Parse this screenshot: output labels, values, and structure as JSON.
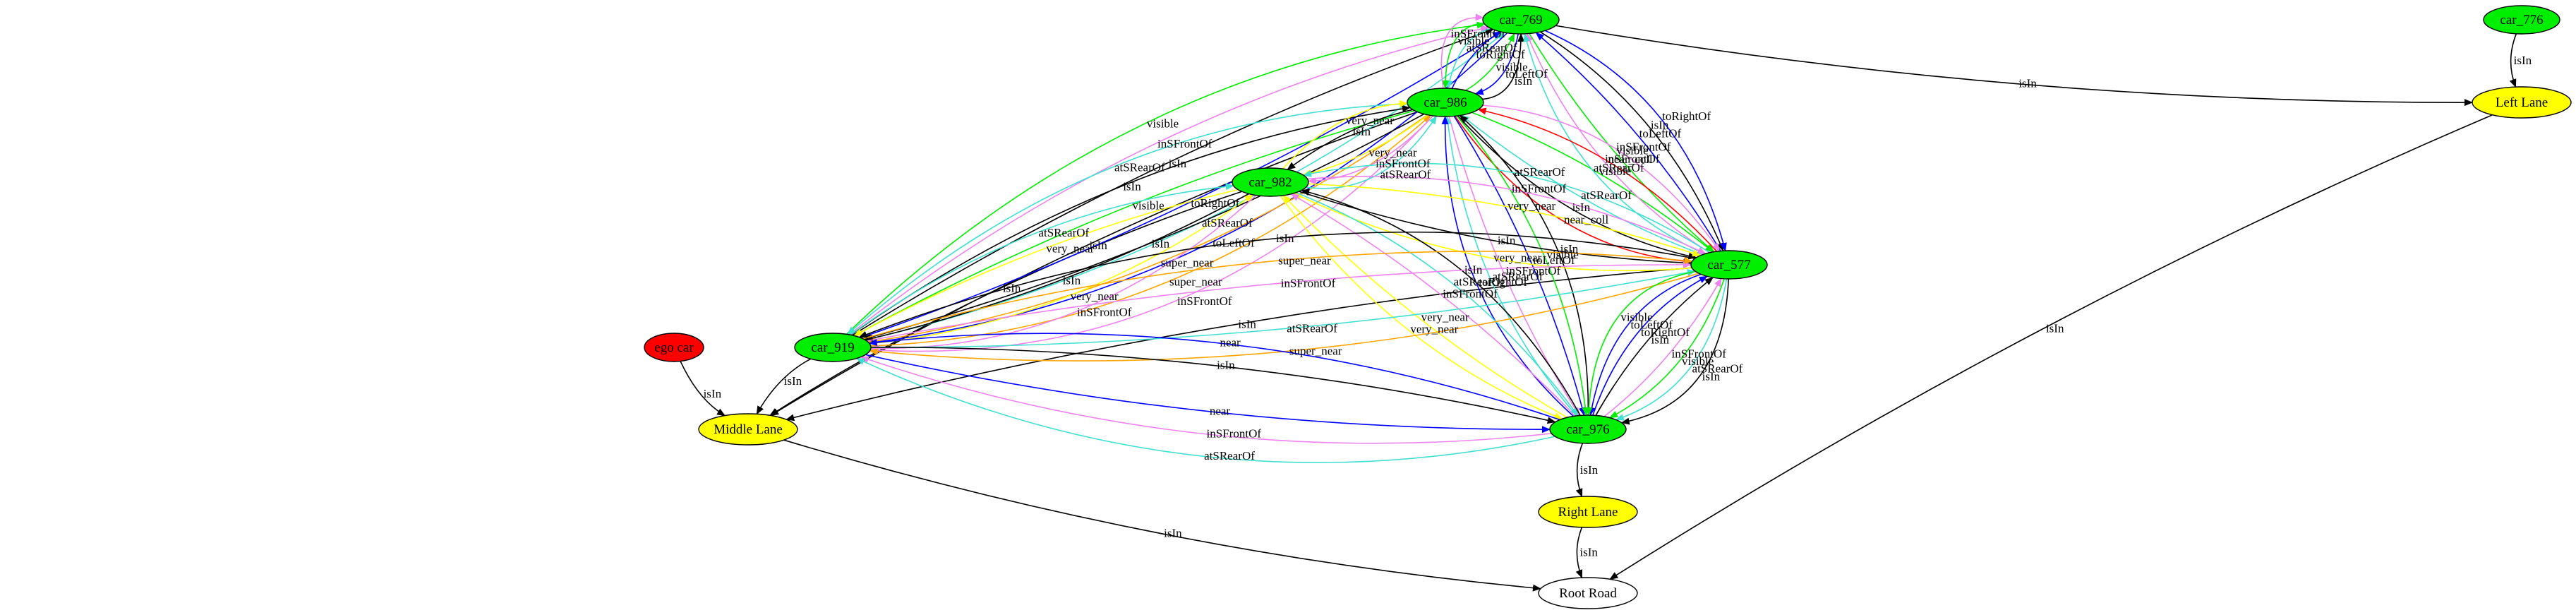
{
  "colors": {
    "car_node": "#00ee00",
    "ego_node": "#ff0000",
    "lane_node": "#ffff00",
    "road_node": "#ffffff",
    "isIn": "#000000",
    "toRightOf": "#0000ff",
    "toLeftOf": "#0000ff",
    "inSFrontOf": "#ee82ee",
    "atSRearOf": "#40e0d0",
    "visible": "#00ee00",
    "very_near": "#ffff00",
    "super_near": "#ffa500",
    "near_coll": "#ff0000",
    "near": "#0000ff"
  },
  "nodes": [
    {
      "id": "car_769",
      "label": "car_769",
      "kind": "car"
    },
    {
      "id": "car_776",
      "label": "car_776",
      "kind": "car"
    },
    {
      "id": "car_986",
      "label": "car_986",
      "kind": "car"
    },
    {
      "id": "car_982",
      "label": "car_982",
      "kind": "car"
    },
    {
      "id": "car_577",
      "label": "car_577",
      "kind": "car"
    },
    {
      "id": "car_919",
      "label": "car_919",
      "kind": "car"
    },
    {
      "id": "car_976",
      "label": "car_976",
      "kind": "car"
    },
    {
      "id": "ego_car",
      "label": "ego car",
      "kind": "ego"
    },
    {
      "id": "left_lane",
      "label": "Left Lane",
      "kind": "lane"
    },
    {
      "id": "middle_lane",
      "label": "Middle Lane",
      "kind": "lane"
    },
    {
      "id": "right_lane",
      "label": "Right Lane",
      "kind": "lane"
    },
    {
      "id": "root_road",
      "label": "Root Road",
      "kind": "road"
    }
  ],
  "edges": [
    {
      "from": "car_776",
      "to": "left_lane",
      "label": "isIn",
      "rel": "isIn"
    },
    {
      "from": "car_769",
      "to": "left_lane",
      "label": "isIn",
      "rel": "isIn"
    },
    {
      "from": "left_lane",
      "to": "root_road",
      "label": "isIn",
      "rel": "isIn"
    },
    {
      "from": "middle_lane",
      "to": "root_road",
      "label": "isIn",
      "rel": "isIn"
    },
    {
      "from": "right_lane",
      "to": "root_road",
      "label": "isIn",
      "rel": "isIn"
    },
    {
      "from": "car_976",
      "to": "right_lane",
      "label": "isIn",
      "rel": "isIn"
    },
    {
      "from": "ego_car",
      "to": "middle_lane",
      "label": "isIn",
      "rel": "isIn"
    },
    {
      "from": "car_919",
      "to": "middle_lane",
      "label": "isIn",
      "rel": "isIn"
    },
    {
      "from": "car_986",
      "to": "middle_lane",
      "label": "isIn",
      "rel": "isIn"
    },
    {
      "from": "car_982",
      "to": "middle_lane",
      "label": "isIn",
      "rel": "isIn"
    },
    {
      "from": "car_577",
      "to": "middle_lane",
      "label": "isIn",
      "rel": "isIn"
    },
    {
      "from": "car_919",
      "to": "car_769",
      "label": "isIn",
      "rel": "isIn"
    },
    {
      "from": "car_919",
      "to": "car_769",
      "label": "toRightOf",
      "rel": "toRightOf"
    },
    {
      "from": "car_919",
      "to": "car_769",
      "label": "inSFrontOf",
      "rel": "inSFrontOf"
    },
    {
      "from": "car_919",
      "to": "car_769",
      "label": "atSRearOf",
      "rel": "atSRearOf"
    },
    {
      "from": "car_919",
      "to": "car_769",
      "label": "visible",
      "rel": "visible"
    },
    {
      "from": "car_769",
      "to": "car_919",
      "label": "toLeftOf",
      "rel": "toLeftOf"
    },
    {
      "from": "car_986",
      "to": "car_769",
      "label": "toRightOf",
      "rel": "toRightOf"
    },
    {
      "from": "car_986",
      "to": "car_769",
      "label": "visible",
      "rel": "visible"
    },
    {
      "from": "car_769",
      "to": "car_986",
      "label": "atSRearOf",
      "rel": "atSRearOf"
    },
    {
      "from": "car_769",
      "to": "car_986",
      "label": "toLeftOf",
      "rel": "toLeftOf"
    },
    {
      "from": "car_769",
      "to": "car_986",
      "label": "visible",
      "rel": "visible"
    },
    {
      "from": "car_986",
      "to": "car_769",
      "label": "isIn",
      "rel": "isIn"
    },
    {
      "from": "car_986",
      "to": "car_769",
      "label": "inSFrontOf",
      "rel": "inSFrontOf"
    },
    {
      "from": "car_986",
      "to": "car_577",
      "label": "visible",
      "rel": "visible"
    },
    {
      "from": "car_577",
      "to": "car_769",
      "label": "toLeftOf",
      "rel": "toLeftOf"
    },
    {
      "from": "car_769",
      "to": "car_577",
      "label": "visible",
      "rel": "visible"
    },
    {
      "from": "car_769",
      "to": "car_577",
      "label": "isIn",
      "rel": "isIn"
    },
    {
      "from": "car_577",
      "to": "car_769",
      "label": "inSFrontOf",
      "rel": "inSFrontOf"
    },
    {
      "from": "car_769",
      "to": "car_577",
      "label": "toRightOf",
      "rel": "toRightOf"
    },
    {
      "from": "car_577",
      "to": "car_769",
      "label": "atSRearOf",
      "rel": "atSRearOf"
    },
    {
      "from": "car_986",
      "to": "car_919",
      "label": "isIn",
      "rel": "isIn"
    },
    {
      "from": "car_986",
      "to": "car_919",
      "label": "visible",
      "rel": "visible"
    },
    {
      "from": "car_986",
      "to": "car_919",
      "label": "super_near",
      "rel": "super_near"
    },
    {
      "from": "car_919",
      "to": "car_986",
      "label": "isIn",
      "rel": "isIn"
    },
    {
      "from": "car_919",
      "to": "car_986",
      "label": "super_near",
      "rel": "super_near"
    },
    {
      "from": "car_986",
      "to": "car_919",
      "label": "atSRearOf",
      "rel": "atSRearOf"
    },
    {
      "from": "car_986",
      "to": "car_919",
      "label": "inSFrontOf",
      "rel": "inSFrontOf"
    },
    {
      "from": "car_986",
      "to": "car_982",
      "label": "very_near",
      "rel": "very_near"
    },
    {
      "from": "car_986",
      "to": "car_982",
      "label": "isIn",
      "rel": "isIn"
    },
    {
      "from": "car_986",
      "to": "car_982",
      "label": "inSFrontOf",
      "rel": "inSFrontOf"
    },
    {
      "from": "car_982",
      "to": "car_986",
      "label": "very_near",
      "rel": "very_near"
    },
    {
      "from": "car_982",
      "to": "car_986",
      "label": "atSRearOf",
      "rel": "atSRearOf"
    },
    {
      "from": "car_577",
      "to": "car_986",
      "label": "atSRearOf",
      "rel": "atSRearOf"
    },
    {
      "from": "car_577",
      "to": "car_986",
      "label": "near_coll",
      "rel": "near_coll"
    },
    {
      "from": "car_986",
      "to": "car_577",
      "label": "isIn",
      "rel": "isIn"
    },
    {
      "from": "car_986",
      "to": "car_577",
      "label": "inSFrontOf",
      "rel": "inSFrontOf"
    },
    {
      "from": "car_986",
      "to": "car_577",
      "label": "near_coll",
      "rel": "near_coll"
    },
    {
      "from": "car_986",
      "to": "car_976",
      "label": "toLeftOf",
      "rel": "toLeftOf"
    },
    {
      "from": "car_986",
      "to": "car_976",
      "label": "inSFrontOf",
      "rel": "inSFrontOf"
    },
    {
      "from": "car_986",
      "to": "car_976",
      "label": "visible",
      "rel": "visible"
    },
    {
      "from": "car_976",
      "to": "car_986",
      "label": "atSRearOf",
      "rel": "atSRearOf"
    },
    {
      "from": "car_976",
      "to": "car_986",
      "label": "isIn",
      "rel": "isIn"
    },
    {
      "from": "car_976",
      "to": "car_986",
      "label": "toRightOf",
      "rel": "toRightOf"
    },
    {
      "from": "car_982",
      "to": "car_919",
      "label": "isIn",
      "rel": "isIn"
    },
    {
      "from": "car_982",
      "to": "car_919",
      "label": "very_near",
      "rel": "very_near"
    },
    {
      "from": "car_919",
      "to": "car_982",
      "label": "very_near",
      "rel": "very_near"
    },
    {
      "from": "car_919",
      "to": "car_982",
      "label": "atSRearOf",
      "rel": "atSRearOf"
    },
    {
      "from": "car_982",
      "to": "car_919",
      "label": "inSFrontOf",
      "rel": "inSFrontOf"
    },
    {
      "from": "car_982",
      "to": "car_577",
      "label": "very_near",
      "rel": "very_near"
    },
    {
      "from": "car_982",
      "to": "car_577",
      "label": "isIn",
      "rel": "isIn"
    },
    {
      "from": "car_982",
      "to": "car_577",
      "label": "inSFrontOf",
      "rel": "inSFrontOf"
    },
    {
      "from": "car_577",
      "to": "car_982",
      "label": "very_near",
      "rel": "very_near"
    },
    {
      "from": "car_577",
      "to": "car_982",
      "label": "atSRearOf",
      "rel": "atSRearOf"
    },
    {
      "from": "car_976",
      "to": "car_982",
      "label": "inSFrontOf",
      "rel": "inSFrontOf"
    },
    {
      "from": "car_976",
      "to": "car_982",
      "label": "very_near",
      "rel": "very_near"
    },
    {
      "from": "car_982",
      "to": "car_976",
      "label": "atSRearOf",
      "rel": "atSRearOf"
    },
    {
      "from": "car_982",
      "to": "car_976",
      "label": "very_near",
      "rel": "very_near"
    },
    {
      "from": "car_976",
      "to": "car_982",
      "label": "isIn",
      "rel": "isIn"
    },
    {
      "from": "car_919",
      "to": "car_577",
      "label": "inSFrontOf",
      "rel": "inSFrontOf"
    },
    {
      "from": "car_919",
      "to": "car_577",
      "label": "atSRearOf",
      "rel": "atSRearOf"
    },
    {
      "from": "car_919",
      "to": "car_577",
      "label": "super_near",
      "rel": "super_near"
    },
    {
      "from": "car_577",
      "to": "car_919",
      "label": "super_near",
      "rel": "super_near"
    },
    {
      "from": "car_577",
      "to": "car_919",
      "label": "isIn",
      "rel": "isIn"
    },
    {
      "from": "car_919",
      "to": "car_976",
      "label": "near",
      "rel": "near"
    },
    {
      "from": "car_919",
      "to": "car_976",
      "label": "isIn",
      "rel": "isIn"
    },
    {
      "from": "car_976",
      "to": "car_919",
      "label": "inSFrontOf",
      "rel": "inSFrontOf"
    },
    {
      "from": "car_976",
      "to": "car_919",
      "label": "near",
      "rel": "near"
    },
    {
      "from": "car_976",
      "to": "car_919",
      "label": "atSRearOf",
      "rel": "atSRearOf"
    },
    {
      "from": "car_976",
      "to": "car_577",
      "label": "isIn",
      "rel": "isIn"
    },
    {
      "from": "car_976",
      "to": "car_577",
      "label": "inSFrontOf",
      "rel": "inSFrontOf"
    },
    {
      "from": "car_976",
      "to": "car_577",
      "label": "toRightOf",
      "rel": "toRightOf"
    },
    {
      "from": "car_577",
      "to": "car_976",
      "label": "visible",
      "rel": "visible"
    },
    {
      "from": "car_577",
      "to": "car_976",
      "label": "toLeftOf",
      "rel": "toLeftOf"
    },
    {
      "from": "car_577",
      "to": "car_976",
      "label": "atSRearOf",
      "rel": "atSRearOf"
    },
    {
      "from": "car_577",
      "to": "car_976",
      "label": "visible",
      "rel": "visible"
    },
    {
      "from": "car_577",
      "to": "car_976",
      "label": "isIn",
      "rel": "isIn"
    }
  ]
}
